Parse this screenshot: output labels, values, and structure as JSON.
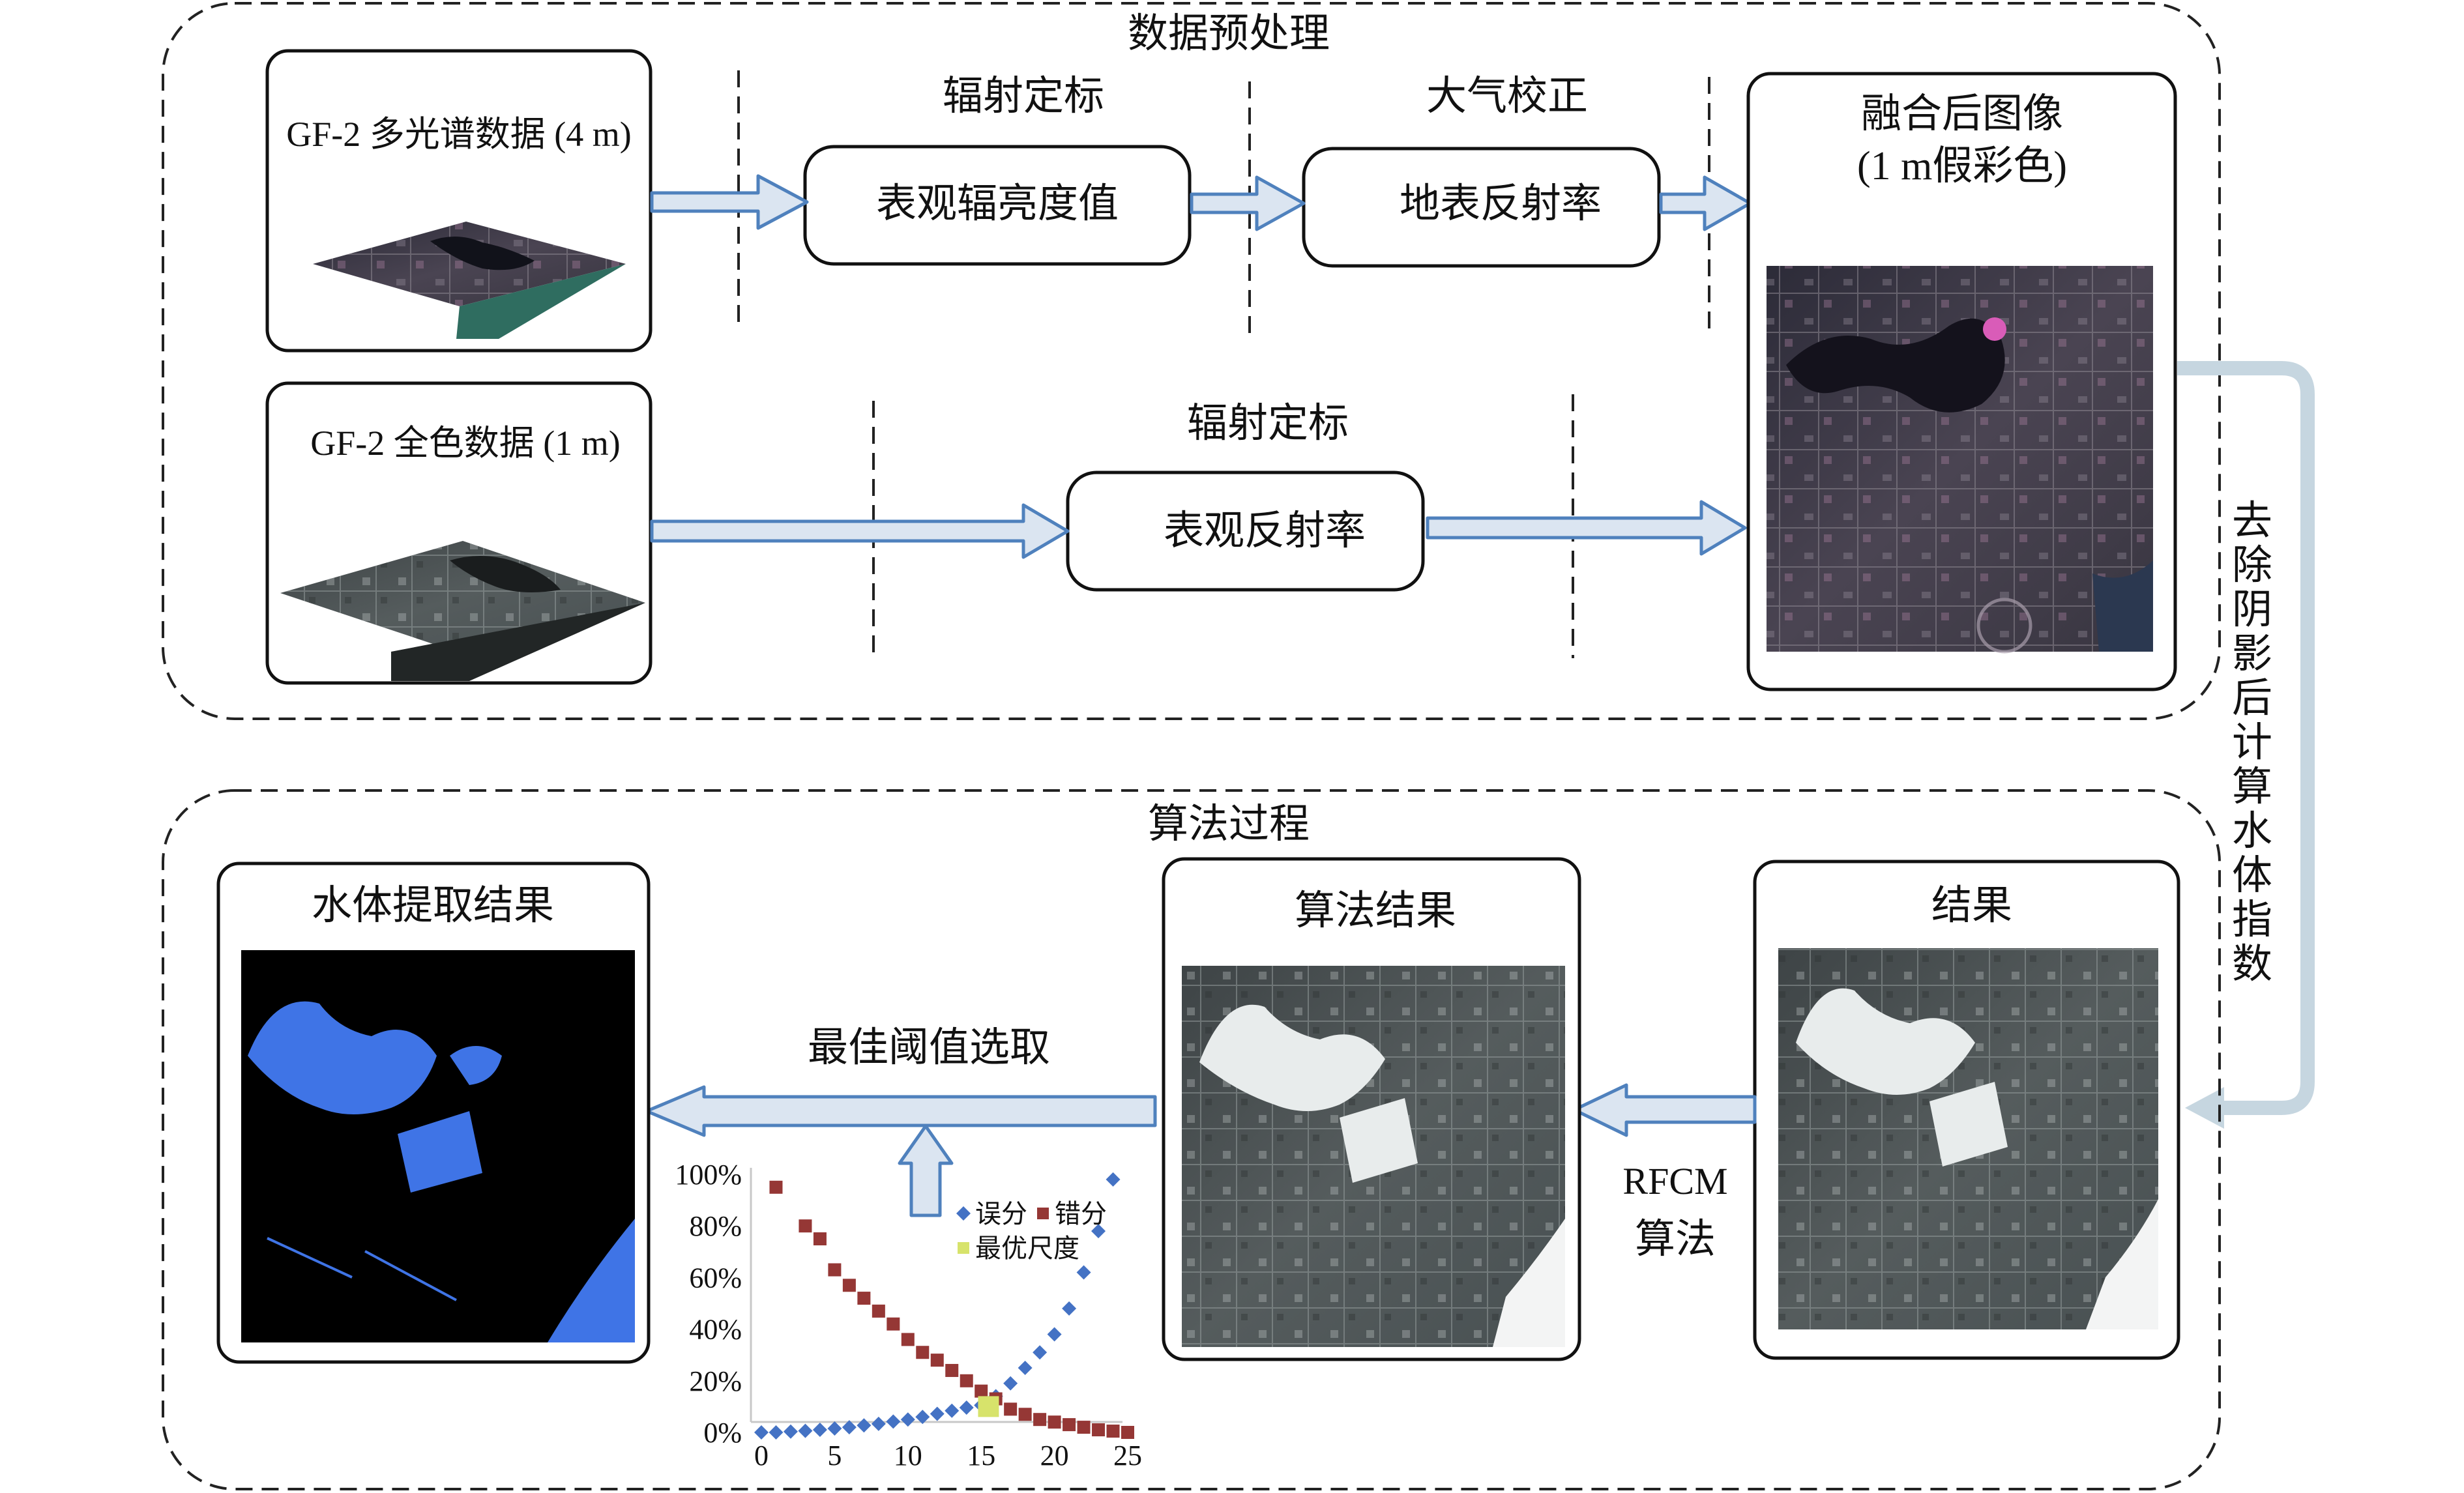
{
  "preprocessing": {
    "title": "数据预处理",
    "ms_input_label": "GF-2 多光谱数据 (4 m)",
    "pan_input_label": "GF-2 全色数据 (1 m)",
    "radiometric_calibration_label": "辐射定标",
    "atmospheric_correction_label": "大气校正",
    "apparent_radiance_label": "表观辐亮度值",
    "surface_reflectance_label": "地表反射率",
    "pan_radiometric_calibration_label": "辐射定标",
    "apparent_reflectance_label": "表观反射率",
    "fused_title_line1": "融合后图像",
    "fused_title_line2": "(1 m假彩色)"
  },
  "connector": {
    "text": "去除阴影后计算水体指数"
  },
  "algorithm": {
    "title": "算法过程",
    "extraction_result_title": "水体提取结果",
    "algorithm_result_title": "算法结果",
    "result_title": "结果",
    "rfcm_line1": "RFCM",
    "rfcm_line2": "算法",
    "threshold_label": "最佳阈值选取"
  },
  "colors": {
    "arrow_fill": "#dbe5f1",
    "arrow_stroke": "#4f81bd",
    "omission": "#4472c4",
    "commission": "#953735",
    "optimal": "#d7e36b",
    "water": "#3f74e6",
    "connector": "#c6d6e0"
  },
  "chart_data": {
    "type": "scatter",
    "x": [
      0,
      1,
      2,
      3,
      4,
      5,
      6,
      7,
      8,
      9,
      10,
      11,
      12,
      13,
      14,
      15,
      16,
      17,
      18,
      19,
      20,
      21,
      22,
      23,
      24,
      25
    ],
    "series": [
      {
        "name": "误分",
        "marker": "diamond",
        "color": "#4472c4",
        "values": [
          0,
          0,
          0.3,
          0.6,
          1,
          1.5,
          2,
          2.7,
          3.3,
          4.2,
          5,
          6,
          7.2,
          8.4,
          9.6,
          10.5,
          14,
          19,
          25,
          31,
          38,
          48,
          62,
          78,
          98,
          null
        ]
      },
      {
        "name": "错分",
        "marker": "square",
        "color": "#953735",
        "values": [
          null,
          95,
          null,
          80,
          75,
          63,
          57,
          52,
          47,
          42,
          36,
          31,
          28,
          24,
          20,
          16,
          13,
          9,
          7,
          5,
          4,
          3,
          2,
          1,
          0.5,
          0
        ]
      },
      {
        "name": "最优尺度",
        "marker": "square",
        "color": "#d7e36b",
        "points": [
          [
            15.5,
            10
          ]
        ]
      }
    ],
    "xticks": [
      "0",
      "5",
      "10",
      "15",
      "20",
      "25"
    ],
    "yticks": [
      "0%",
      "20%",
      "40%",
      "60%",
      "80%",
      "100%"
    ],
    "xlim": [
      0,
      25
    ],
    "ylim": [
      0,
      100
    ],
    "legend_position": "top-right",
    "grid": false
  }
}
